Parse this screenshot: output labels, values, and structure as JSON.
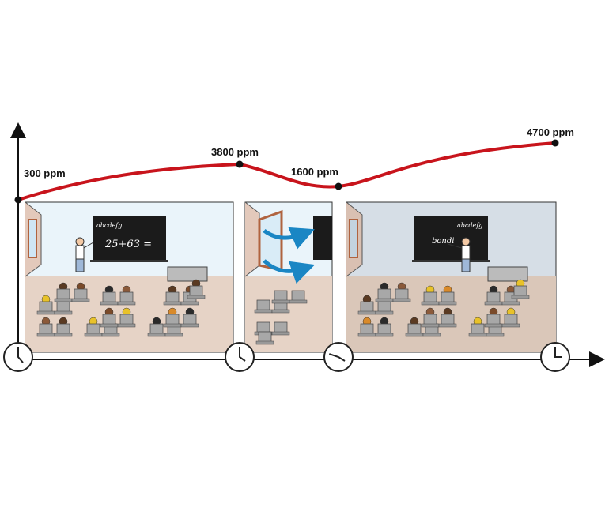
{
  "levels": [
    {
      "label": "300 ppm",
      "value": 300
    },
    {
      "label": "3800 ppm",
      "value": 3800
    },
    {
      "label": "1600 ppm",
      "value": 1600
    },
    {
      "label": "4700 ppm",
      "value": 4700
    }
  ],
  "scenes": [
    {
      "name": "lesson-1",
      "board_title": "abcdefg",
      "board_text": "25+63 ="
    },
    {
      "name": "ventilation-break"
    },
    {
      "name": "lesson-2",
      "board_title": "abcdefg",
      "board_text": "bondi"
    }
  ],
  "colors": {
    "curve": "#c8141c",
    "arrow": "#1a86c4",
    "wall1": "#eaf4fa",
    "wall3": "#d6dee6",
    "floor": "#e6d3c6"
  }
}
